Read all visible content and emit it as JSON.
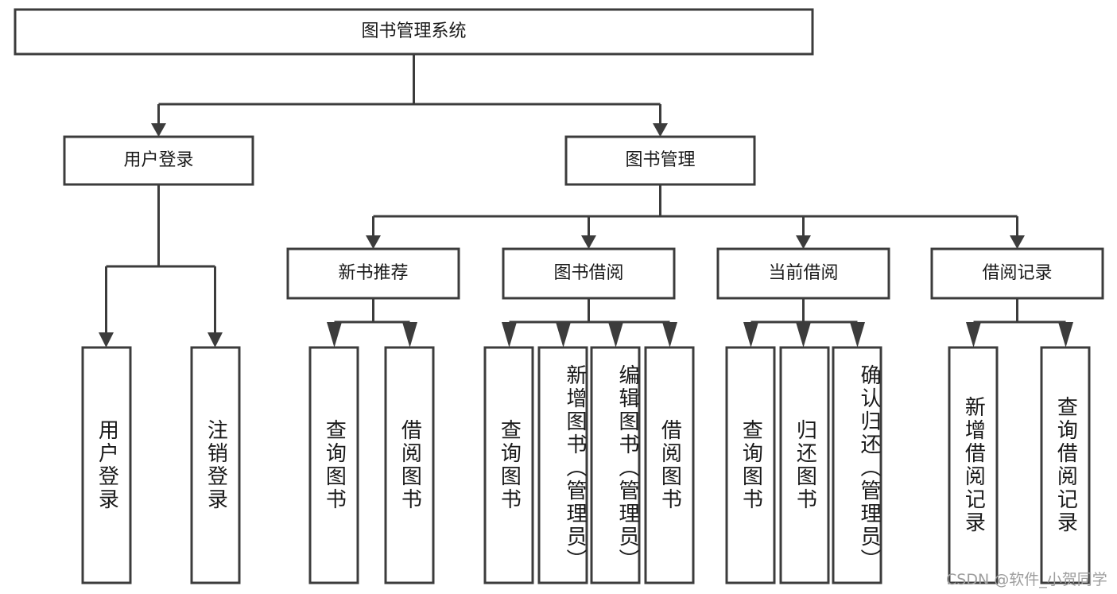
{
  "diagram": {
    "type": "tree-hierarchy",
    "title": "图书管理系统",
    "root": {
      "id": "root",
      "label": "图书管理系统",
      "orientation": "horizontal"
    },
    "level1": [
      {
        "id": "user-login",
        "label": "用户登录",
        "orientation": "horizontal"
      },
      {
        "id": "book-management",
        "label": "图书管理",
        "orientation": "horizontal"
      }
    ],
    "level2": [
      {
        "id": "new-book-recommend",
        "label": "新书推荐",
        "orientation": "horizontal",
        "parent": "book-management"
      },
      {
        "id": "book-borrow",
        "label": "图书借阅",
        "orientation": "horizontal",
        "parent": "book-management"
      },
      {
        "id": "current-borrow",
        "label": "当前借阅",
        "orientation": "horizontal",
        "parent": "book-management"
      },
      {
        "id": "borrow-record",
        "label": "借阅记录",
        "orientation": "horizontal",
        "parent": "book-management"
      }
    ],
    "leaves": [
      {
        "id": "leaf-user-login",
        "label": "用户登录",
        "orientation": "vertical",
        "parent": "user-login"
      },
      {
        "id": "leaf-user-logout",
        "label": "注销登录",
        "orientation": "vertical",
        "parent": "user-login"
      },
      {
        "id": "leaf-query-book-1",
        "label": "查询图书",
        "orientation": "vertical",
        "parent": "new-book-recommend"
      },
      {
        "id": "leaf-borrow-book-1",
        "label": "借阅图书",
        "orientation": "vertical",
        "parent": "new-book-recommend"
      },
      {
        "id": "leaf-query-book-2",
        "label": "查询图书",
        "orientation": "vertical",
        "parent": "book-borrow"
      },
      {
        "id": "leaf-add-book",
        "label": "新增图书（管理员）",
        "orientation": "vertical",
        "parent": "book-borrow"
      },
      {
        "id": "leaf-edit-book",
        "label": "编辑图书（管理员）",
        "orientation": "vertical",
        "parent": "book-borrow"
      },
      {
        "id": "leaf-borrow-book-2",
        "label": "借阅图书",
        "orientation": "vertical",
        "parent": "book-borrow"
      },
      {
        "id": "leaf-query-book-3",
        "label": "查询图书",
        "orientation": "vertical",
        "parent": "current-borrow"
      },
      {
        "id": "leaf-return-book",
        "label": "归还图书",
        "orientation": "vertical",
        "parent": "current-borrow"
      },
      {
        "id": "leaf-confirm-return",
        "label": "确认归还（管理员）",
        "orientation": "vertical",
        "parent": "current-borrow"
      },
      {
        "id": "leaf-add-record",
        "label": "新增借阅记录",
        "orientation": "vertical",
        "parent": "borrow-record"
      },
      {
        "id": "leaf-query-record",
        "label": "查询借阅记录",
        "orientation": "vertical",
        "parent": "borrow-record"
      }
    ],
    "watermark": "CSDN @软件_小贺同学",
    "colors": {
      "stroke": "#3c3c3c",
      "fill": "#ffffff",
      "text": "#1a1a1a",
      "watermark": "#9d9d9d",
      "background": "#ffffff"
    }
  }
}
